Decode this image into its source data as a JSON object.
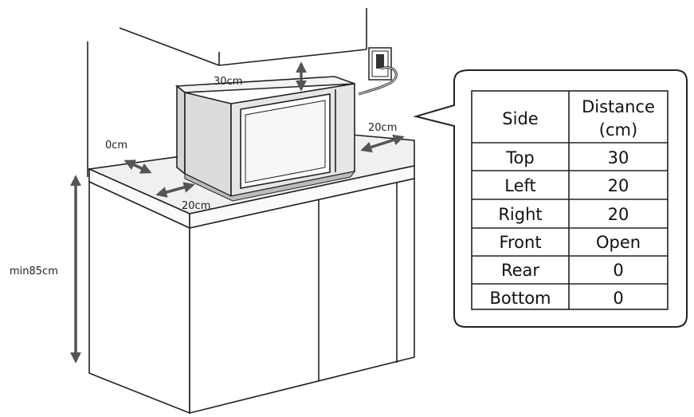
{
  "labels": {
    "top_gap": "30cm",
    "left_gap": "0cm",
    "front_gap": "20cm",
    "right_gap": "20cm",
    "min_height": "min85cm"
  },
  "table": {
    "header_side": "Side",
    "header_distance_line1": "Distance",
    "header_distance_line2": "(cm)",
    "rows": [
      {
        "side": "Top",
        "distance": "30"
      },
      {
        "side": "Left",
        "distance": "20"
      },
      {
        "side": "Right",
        "distance": "20"
      },
      {
        "side": "Front",
        "distance": "Open"
      },
      {
        "side": "Rear",
        "distance": "0"
      },
      {
        "side": "Bottom",
        "distance": "0"
      }
    ]
  }
}
